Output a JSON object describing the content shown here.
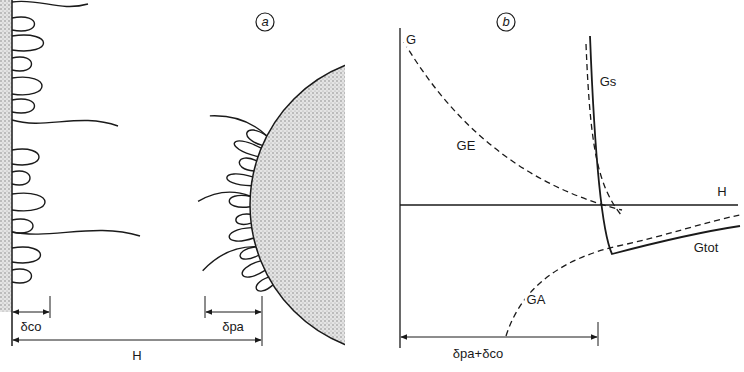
{
  "diagram": {
    "labels": [
      "a",
      "δco",
      "H",
      "δpa",
      "b",
      "G",
      "H",
      "Gs",
      "GE",
      "Gtot",
      "GA",
      "δpa+δco"
    ]
  }
}
